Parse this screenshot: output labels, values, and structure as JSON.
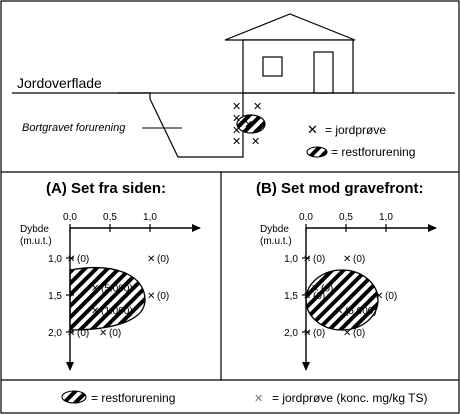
{
  "top": {
    "surface_label": "Jordoverflade",
    "excavated_label": "Bortgravet forurening",
    "legend": {
      "sample": "= jordprøve",
      "residual": "= restforurening"
    }
  },
  "panel_a": {
    "title": "(A) Set fra siden:",
    "depth_label_1": "Dybde",
    "depth_label_2": "(m.u.t.)",
    "x_ticks": [
      "0,0",
      "0,5",
      "1,0"
    ],
    "y_ticks": [
      "1,0",
      "1,5",
      "2,0"
    ],
    "samples": [
      {
        "label": "(0)",
        "x": 0.0,
        "y": 1.0
      },
      {
        "label": "(0)",
        "x": 1.0,
        "y": 1.0
      },
      {
        "label": "(5.000)",
        "x": 0.3,
        "y": 1.4
      },
      {
        "label": "(0)",
        "x": 1.0,
        "y": 1.5
      },
      {
        "label": "(1.000)",
        "x": 0.3,
        "y": 1.7
      },
      {
        "label": "(0)",
        "x": 0.0,
        "y": 2.0
      },
      {
        "label": "(0)",
        "x": 0.4,
        "y": 2.0
      }
    ]
  },
  "panel_b": {
    "title": "(B) Set mod gravefront:",
    "depth_label_1": "Dybde",
    "depth_label_2": "(m.u.t.)",
    "x_ticks": [
      "0,0",
      "0,5",
      "1,0"
    ],
    "y_ticks": [
      "1,0",
      "1,5",
      "2,0"
    ],
    "samples": [
      {
        "label": "(0)",
        "x": 0.0,
        "y": 1.0
      },
      {
        "label": "(0)",
        "x": 0.5,
        "y": 1.0
      },
      {
        "label": "(0)",
        "x": 0.1,
        "y": 1.4
      },
      {
        "label": "(0)",
        "x": 0.0,
        "y": 1.5
      },
      {
        "label": "(0)",
        "x": 0.9,
        "y": 1.5
      },
      {
        "label": "(5.000)",
        "x": 0.4,
        "y": 1.7
      },
      {
        "label": "(0)",
        "x": 0.0,
        "y": 2.0
      },
      {
        "label": "(0)",
        "x": 0.5,
        "y": 2.0
      }
    ]
  },
  "bottom_legend": {
    "residual": "= restforurening",
    "sample": "= jordprøve (konc. mg/kg TS)"
  }
}
